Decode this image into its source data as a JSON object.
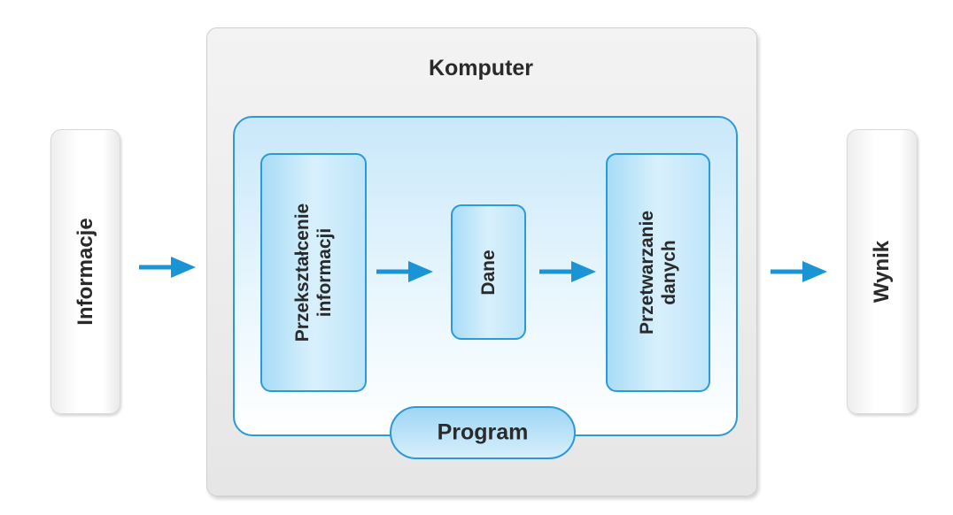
{
  "input": {
    "label": "Informacje"
  },
  "computer": {
    "title": "Komputer",
    "steps": [
      {
        "line1": "Przekształcenie",
        "line2": "informacji"
      },
      {
        "line1": "Dane"
      },
      {
        "line1": "Przetwarzanie",
        "line2": "danych"
      }
    ],
    "program_label": "Program"
  },
  "output": {
    "label": "Wynik"
  },
  "colors": {
    "accent_blue": "#2c9ad6",
    "arrow_blue": "#1a94d4",
    "light_blue": "#c9e8fa",
    "computer_gray": "#e6e6e6",
    "text": "#2a2a2a"
  }
}
